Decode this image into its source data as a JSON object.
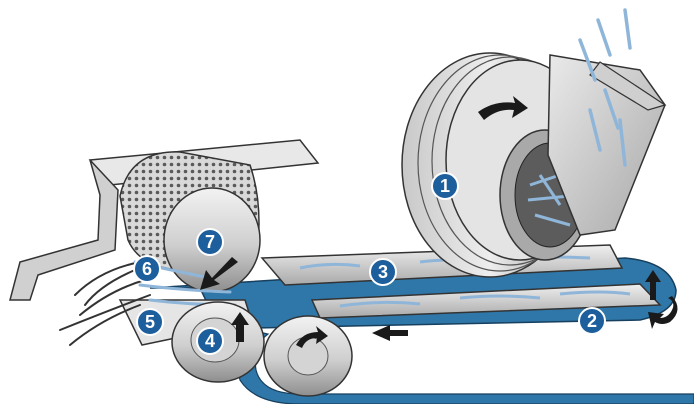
{
  "diagram": {
    "callouts": [
      {
        "id": "callout-1",
        "label": "1"
      },
      {
        "id": "callout-2",
        "label": "2"
      },
      {
        "id": "callout-3",
        "label": "3"
      },
      {
        "id": "callout-4",
        "label": "4"
      },
      {
        "id": "callout-5",
        "label": "5"
      },
      {
        "id": "callout-6",
        "label": "6"
      },
      {
        "id": "callout-7",
        "label": "7"
      }
    ],
    "colors": {
      "belt_blue": "#2f77a8",
      "metal_light": "#e6e6e6",
      "metal_mid": "#b5b5b5",
      "metal_dark": "#6e6e6e",
      "badge_blue": "#1d5e9c",
      "fiber_blue": "#8fb6d9",
      "arrow": "#1a1a1a"
    }
  }
}
